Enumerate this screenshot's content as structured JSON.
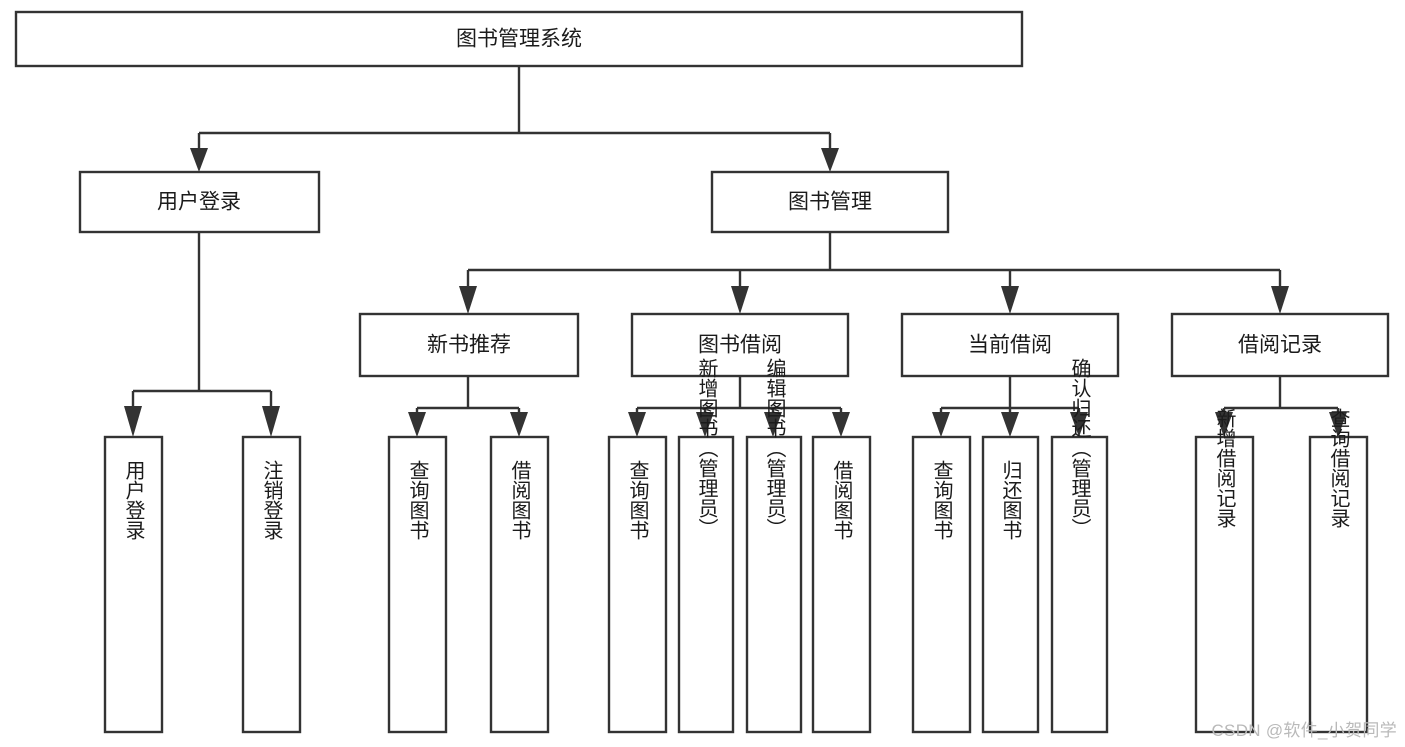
{
  "diagram": {
    "type": "tree-hierarchy",
    "title": "图书管理系统",
    "watermark": "CSDN @软件_小贺同学",
    "root": {
      "id": "root",
      "label": "图书管理系统",
      "orientation": "horizontal"
    },
    "level2": [
      {
        "id": "user-login",
        "label": "用户登录",
        "orientation": "horizontal"
      },
      {
        "id": "book-manage",
        "label": "图书管理",
        "orientation": "horizontal"
      }
    ],
    "level3": [
      {
        "id": "new-book-recommend",
        "label": "新书推荐",
        "parent": "book-manage",
        "orientation": "horizontal"
      },
      {
        "id": "book-borrow",
        "label": "图书借阅",
        "parent": "book-manage",
        "orientation": "horizontal"
      },
      {
        "id": "current-borrow",
        "label": "当前借阅",
        "parent": "book-manage",
        "orientation": "horizontal"
      },
      {
        "id": "borrow-record",
        "label": "借阅记录",
        "parent": "book-manage",
        "orientation": "horizontal"
      }
    ],
    "leaves": [
      {
        "id": "leaf-user-login",
        "label": "用户登录",
        "parent": "user-login",
        "orientation": "vertical"
      },
      {
        "id": "leaf-logout",
        "label": "注销登录",
        "parent": "user-login",
        "orientation": "vertical"
      },
      {
        "id": "leaf-query-book-1",
        "label": "查询图书",
        "parent": "new-book-recommend",
        "orientation": "vertical"
      },
      {
        "id": "leaf-borrow-book-1",
        "label": "借阅图书",
        "parent": "new-book-recommend",
        "orientation": "vertical"
      },
      {
        "id": "leaf-query-book-2",
        "label": "查询图书",
        "parent": "book-borrow",
        "orientation": "vertical"
      },
      {
        "id": "leaf-add-book",
        "label": "新增图书（管理员）",
        "parent": "book-borrow",
        "orientation": "vertical"
      },
      {
        "id": "leaf-edit-book",
        "label": "编辑图书（管理员）",
        "parent": "book-borrow",
        "orientation": "vertical"
      },
      {
        "id": "leaf-borrow-book-2",
        "label": "借阅图书",
        "parent": "book-borrow",
        "orientation": "vertical"
      },
      {
        "id": "leaf-query-book-3",
        "label": "查询图书",
        "parent": "current-borrow",
        "orientation": "vertical"
      },
      {
        "id": "leaf-return-book",
        "label": "归还图书",
        "parent": "current-borrow",
        "orientation": "vertical"
      },
      {
        "id": "leaf-confirm-return",
        "label": "确认归还（管理员）",
        "parent": "current-borrow",
        "orientation": "vertical"
      },
      {
        "id": "leaf-add-record",
        "label": "新增借阅记录",
        "parent": "borrow-record",
        "orientation": "vertical"
      },
      {
        "id": "leaf-query-record",
        "label": "查询借阅记录",
        "parent": "borrow-record",
        "orientation": "vertical"
      }
    ],
    "colors": {
      "box_fill": "#ffffff",
      "box_stroke": "#333333",
      "text": "#1b1b1b",
      "connector": "#333333",
      "watermark": "#b9b9b9",
      "background": "#ffffff"
    }
  }
}
